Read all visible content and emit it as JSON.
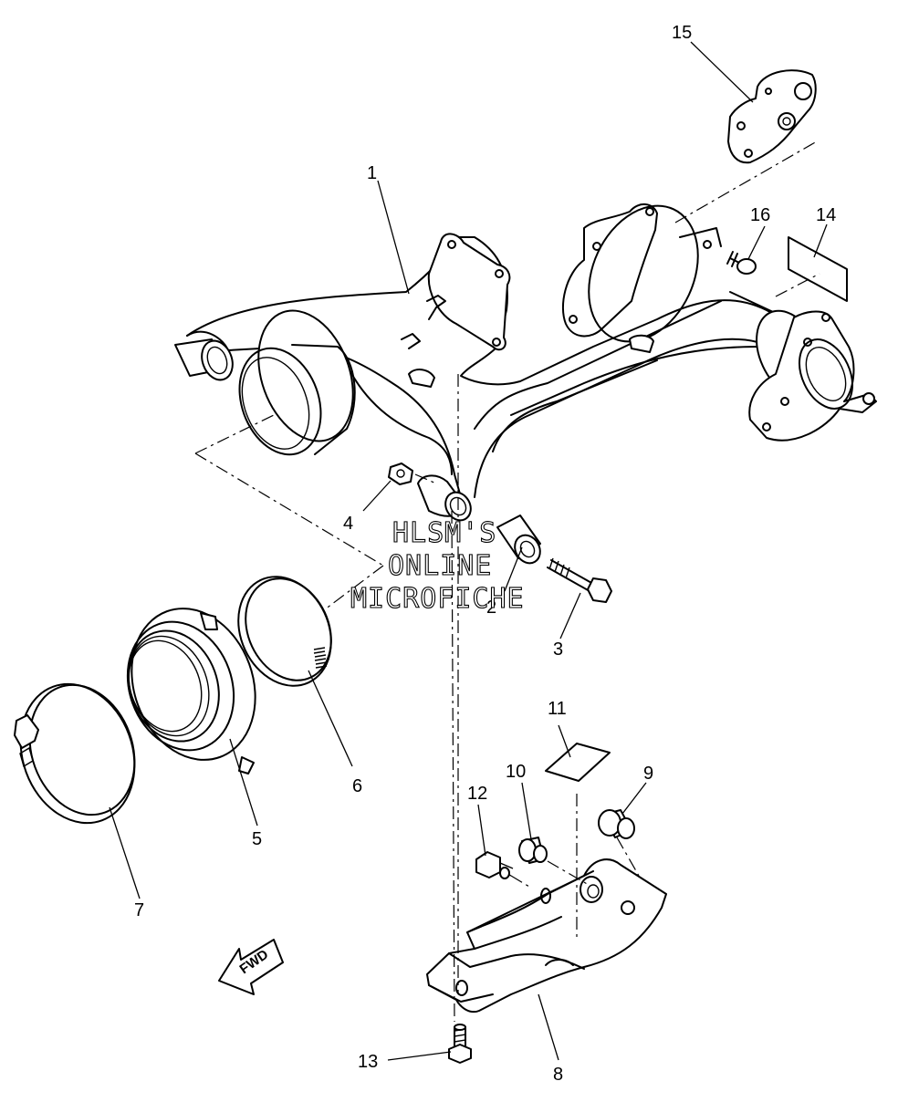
{
  "watermark": {
    "line1": "HLSM'S",
    "line2": "ONLINE",
    "line3": "MICROFICHE"
  },
  "direction_label": "FWD",
  "callouts": {
    "p1": "1",
    "p2": "2",
    "p3": "3",
    "p4": "4",
    "p5": "5",
    "p6": "6",
    "p7": "7",
    "p8": "8",
    "p9": "9",
    "p10": "10",
    "p11": "11",
    "p12": "12",
    "p13": "13",
    "p14": "14",
    "p15": "15",
    "p16": "16"
  }
}
